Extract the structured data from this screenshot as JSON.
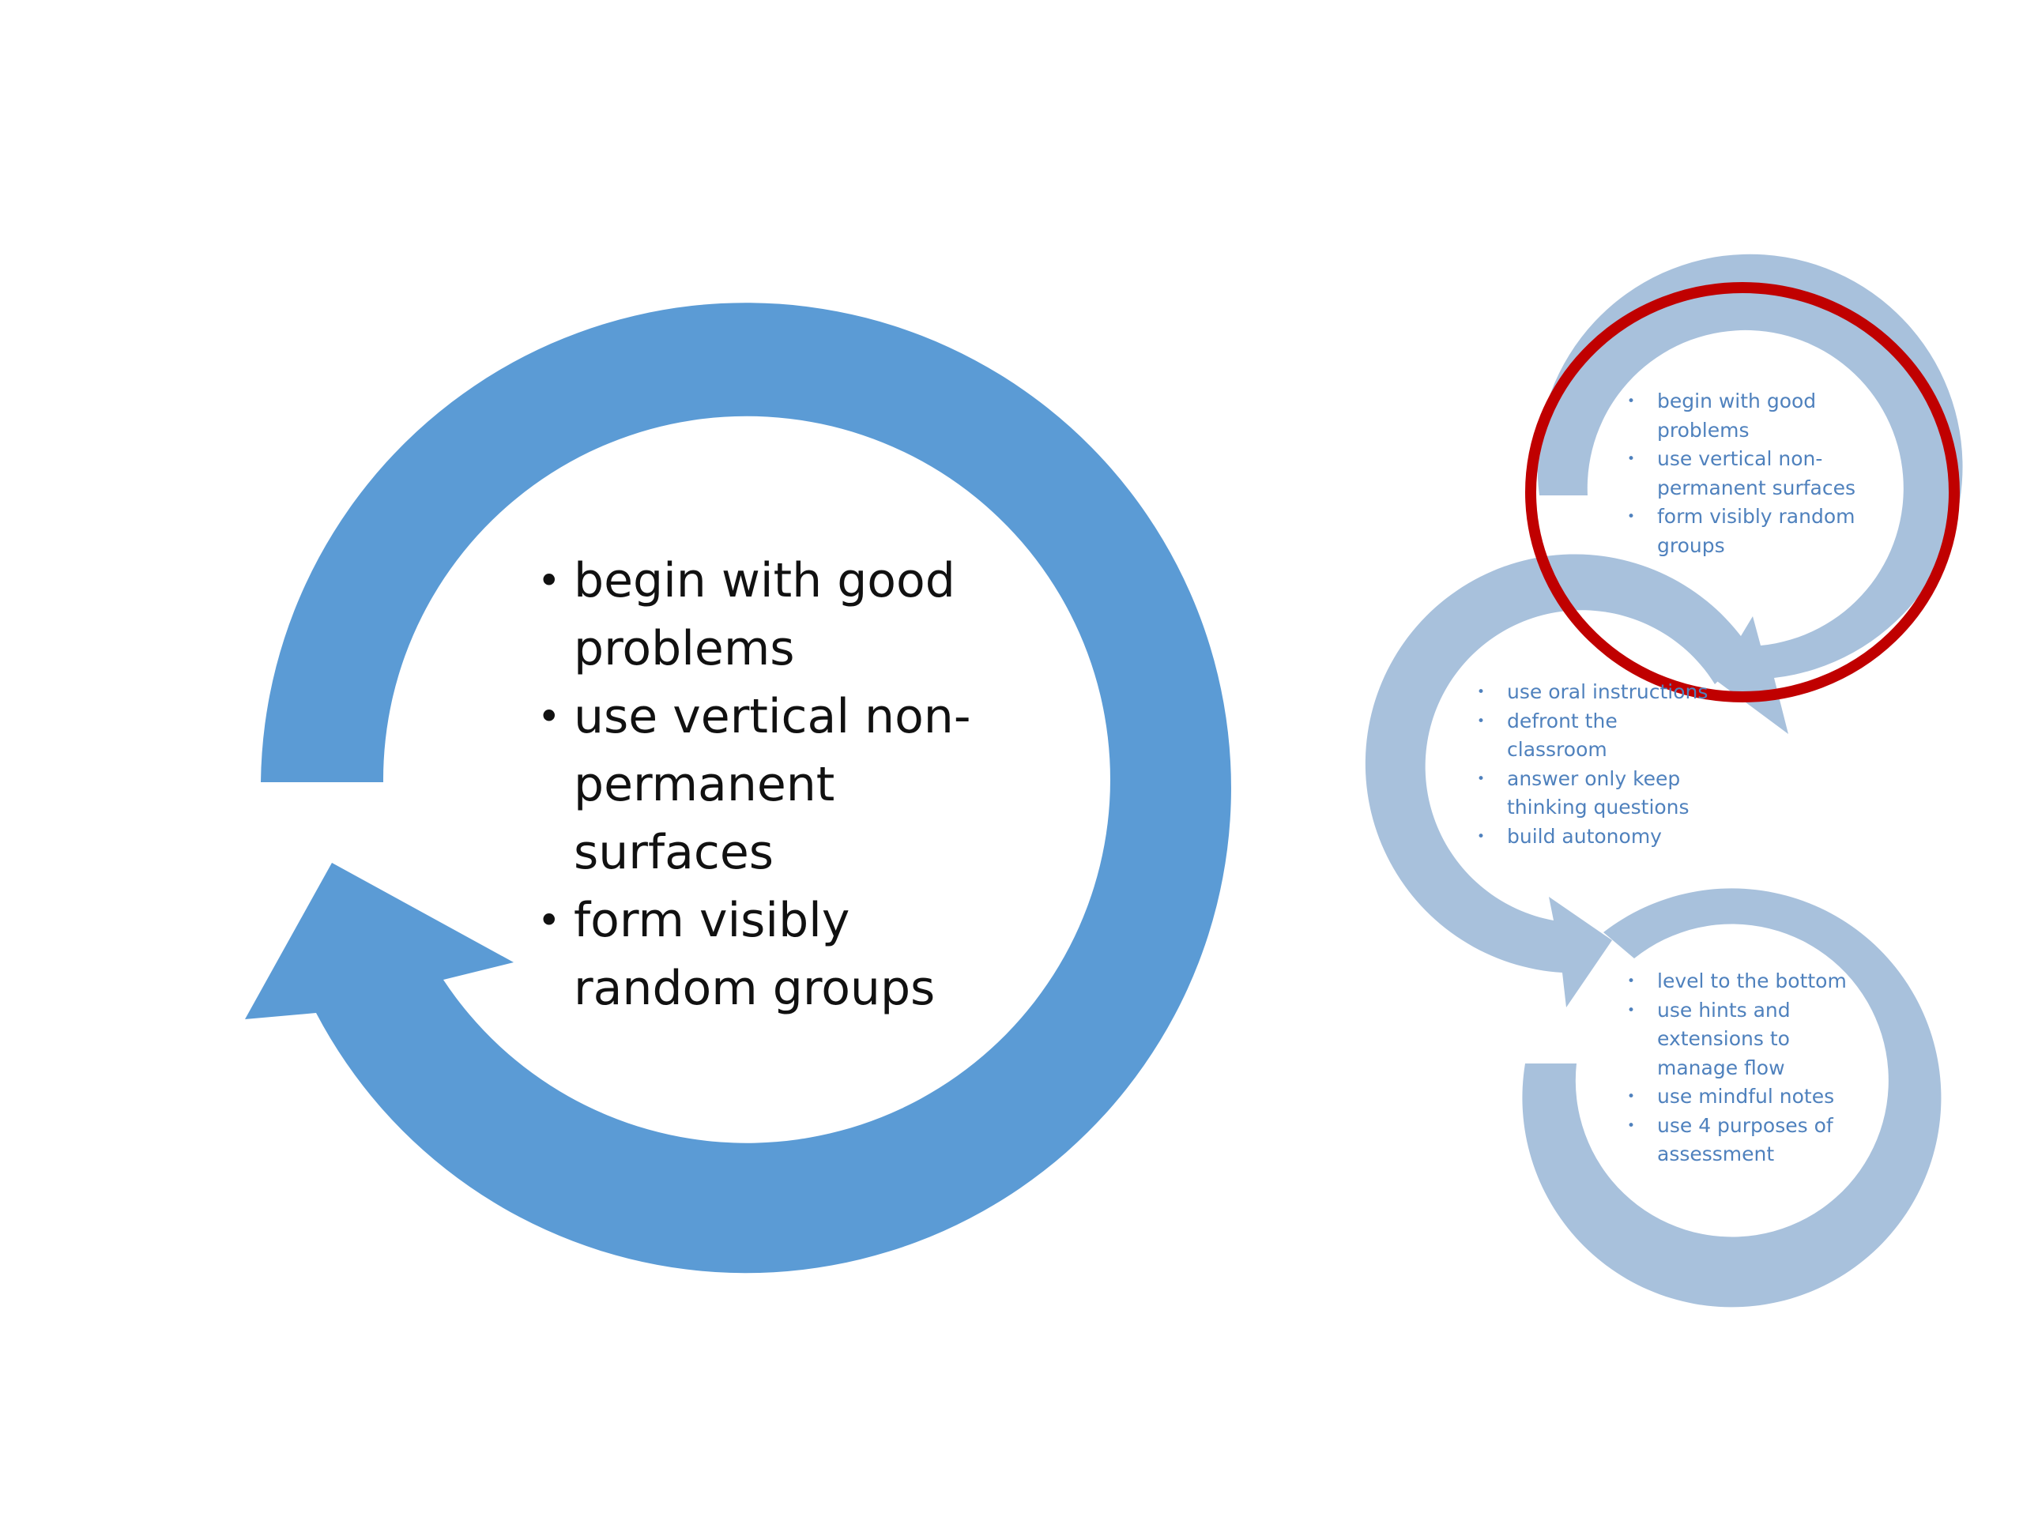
{
  "colors": {
    "main_arrow": "#5b9bd5",
    "small_arrows": "#a8c1dc",
    "small_text": "#4f81bd",
    "main_text": "#111111",
    "highlight_ring": "#c00000",
    "background": "#ffffff"
  },
  "main_cycle": {
    "items": [
      "begin with good problems",
      "use vertical non-permanent surfaces",
      "form visibly random groups"
    ]
  },
  "small_cycles": [
    {
      "items": [
        "begin with good problems",
        "use vertical non-permanent surfaces",
        "form visibly random groups"
      ],
      "highlighted": true
    },
    {
      "items": [
        "use oral instructions",
        "defront the classroom",
        "answer only keep thinking questions",
        "build autonomy"
      ],
      "highlighted": false
    },
    {
      "items": [
        "level to the bottom",
        "use hints and extensions to manage flow",
        "use mindful notes",
        "use 4 purposes of assessment"
      ],
      "highlighted": false
    }
  ]
}
